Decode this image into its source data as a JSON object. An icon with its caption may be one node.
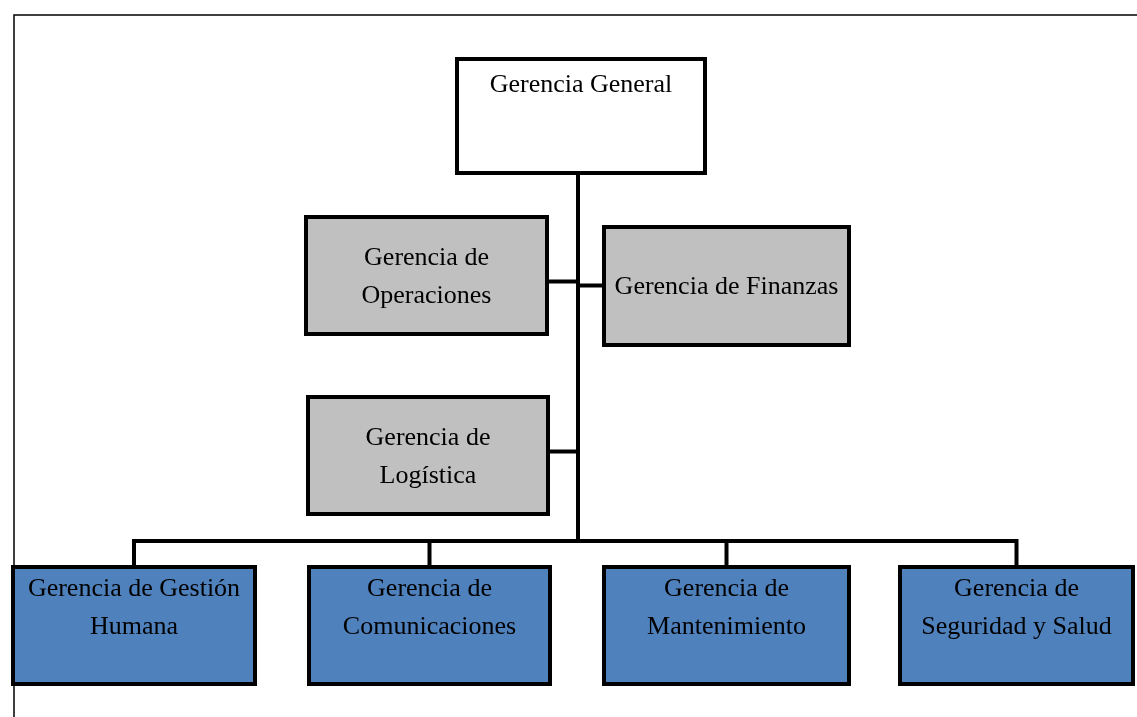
{
  "diagram": {
    "nodes": [
      {
        "text": [
          "Gerencia General"
        ]
      },
      {
        "text": [
          "Gerencia de Operaciones"
        ]
      },
      {
        "text": [
          "Gerencia de Finanzas"
        ]
      },
      {
        "text": [
          "Gerencia de Logística"
        ]
      },
      {
        "text": [
          "Gerencia de Gestión Humana"
        ]
      },
      {
        "text": [
          "Gerencia de Comunicaciones"
        ]
      },
      {
        "text": [
          "Gerencia de Mantenimiento"
        ]
      },
      {
        "text": [
          "Gerencia de Seguridad y Salud"
        ]
      }
    ],
    "edges": [
      {
        "from": 0,
        "to": 1,
        "arrow": "none"
      },
      {
        "from": 0,
        "to": 2,
        "arrow": "none"
      },
      {
        "from": 0,
        "to": 3,
        "arrow": "none"
      },
      {
        "from": 0,
        "to": 4,
        "arrow": "none"
      },
      {
        "from": 0,
        "to": 5,
        "arrow": "none"
      },
      {
        "from": 0,
        "to": 6,
        "arrow": "none"
      },
      {
        "from": 0,
        "to": 7,
        "arrow": "none"
      }
    ]
  }
}
